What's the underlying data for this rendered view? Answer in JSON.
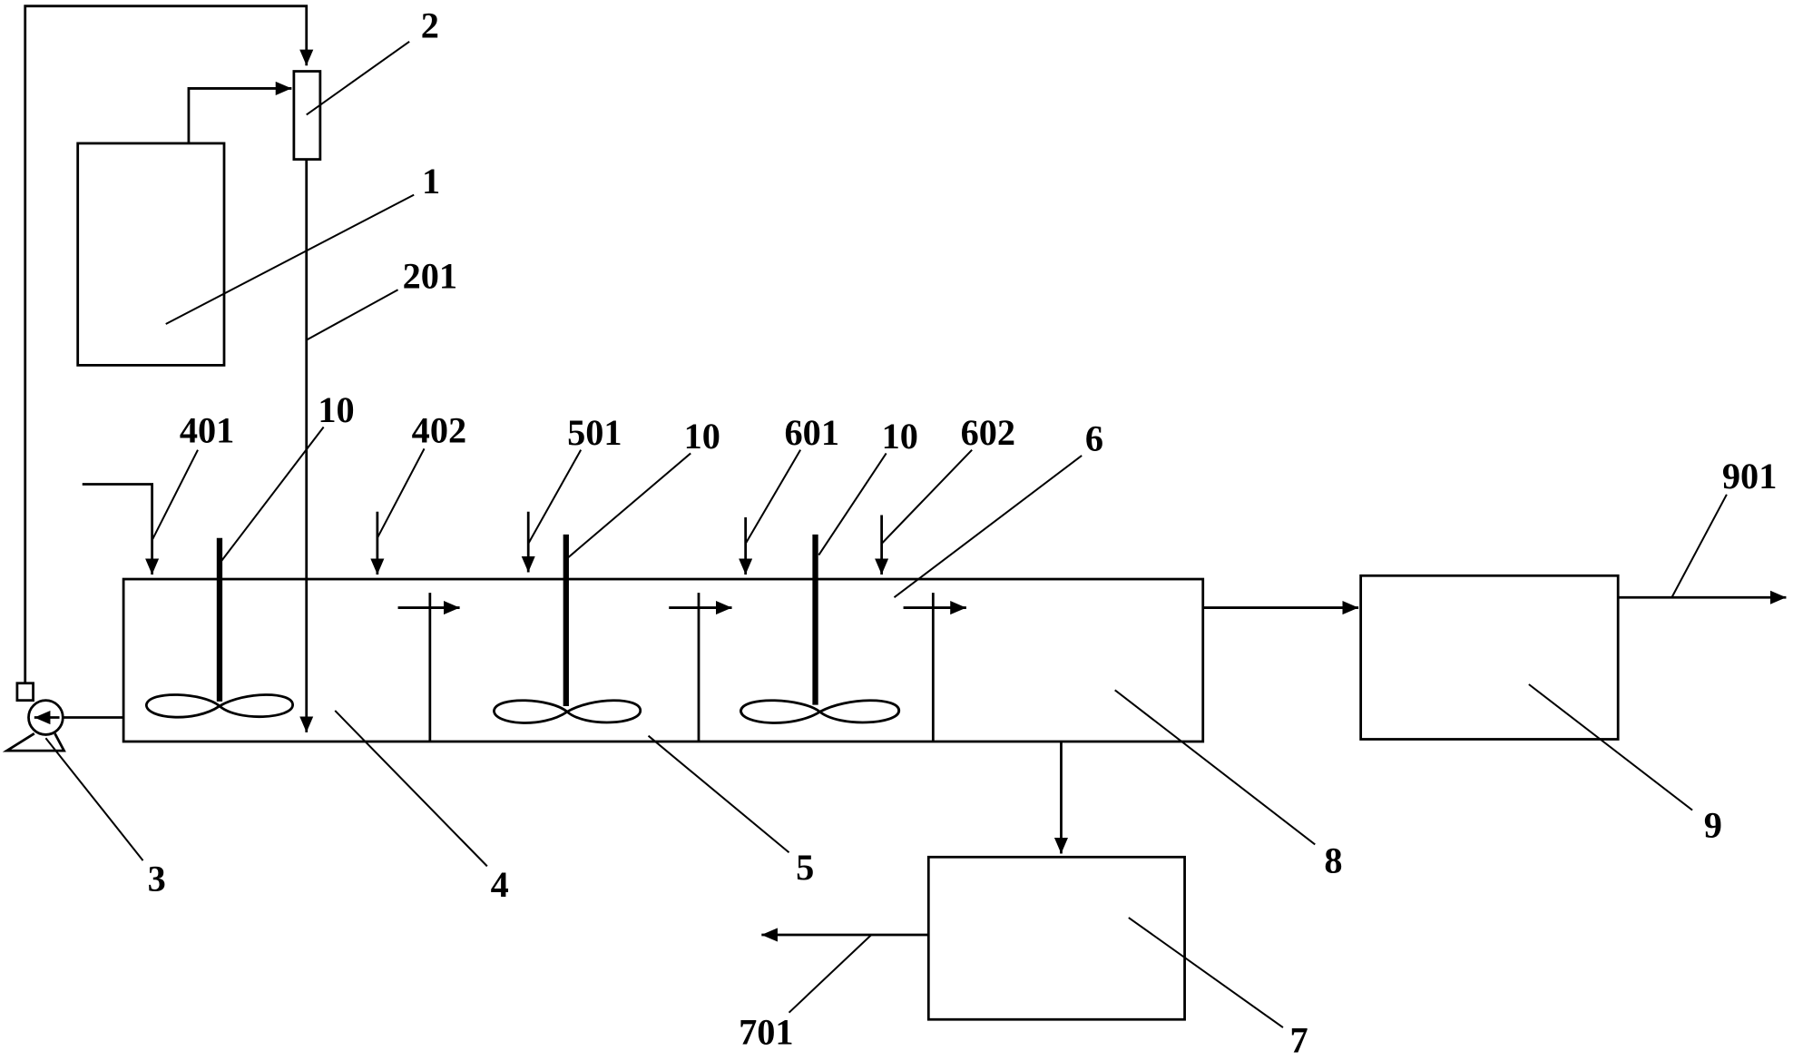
{
  "colors": {
    "line": "#000000",
    "background": "#ffffff"
  },
  "labels": {
    "component_1": "1",
    "component_2": "2",
    "pipe_201": "201",
    "component_3": "3",
    "component_4": "4",
    "inlet_401": "401",
    "inlet_402": "402",
    "component_5": "5",
    "inlet_501": "501",
    "component_6": "6",
    "inlet_601": "601",
    "inlet_602": "602",
    "component_7": "7",
    "outlet_701": "701",
    "component_8": "8",
    "component_9": "9",
    "outlet_901": "901",
    "component_10": [
      "10",
      "10",
      "10"
    ]
  }
}
